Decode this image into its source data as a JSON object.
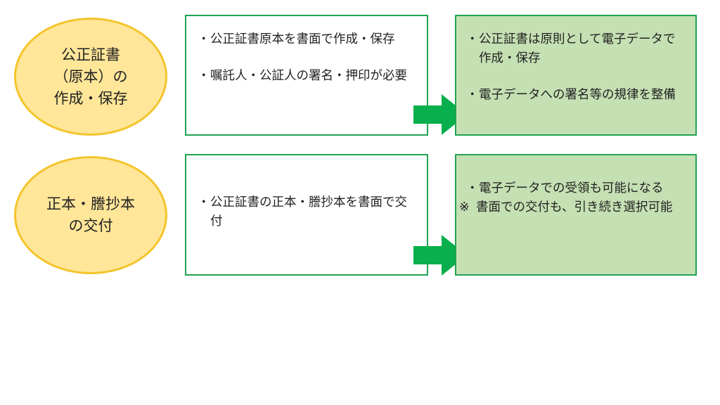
{
  "colors": {
    "ellipse_fill": "#FFE699",
    "ellipse_border": "#F5C42C",
    "box_border": "#22A352",
    "box_fill_after": "#C5E0B3",
    "arrow": "#08AF4C",
    "text": "#222222"
  },
  "rows": [
    {
      "label_lines": [
        "公正証書",
        "（原本）の",
        "作成・保存"
      ],
      "before": {
        "items": [
          {
            "mark": "・",
            "text": "公正証書原本を書面で作成・保存"
          },
          {
            "mark": "・",
            "text": "嘱託人・公証人の署名・押印が必要"
          }
        ]
      },
      "arrow_icon": "right-arrow-icon",
      "after": {
        "items": [
          {
            "mark": "・",
            "text": "公正証書は原則として電子データで作成・保存"
          },
          {
            "mark": "・",
            "text": "電子データへの署名等の規律を整備"
          }
        ]
      }
    },
    {
      "label_lines": [
        "正本・謄抄本",
        "の交付"
      ],
      "before": {
        "items": [
          {
            "mark": "・",
            "text": "公正証書の正本・謄抄本を書面で交付"
          }
        ]
      },
      "arrow_icon": "right-arrow-icon",
      "after": {
        "items": [
          {
            "mark": "・",
            "text": "電子データでの受領も可能になる"
          }
        ],
        "note": {
          "mark": "※",
          "text": "書面での交付も、引き続き選択可能"
        }
      }
    }
  ]
}
